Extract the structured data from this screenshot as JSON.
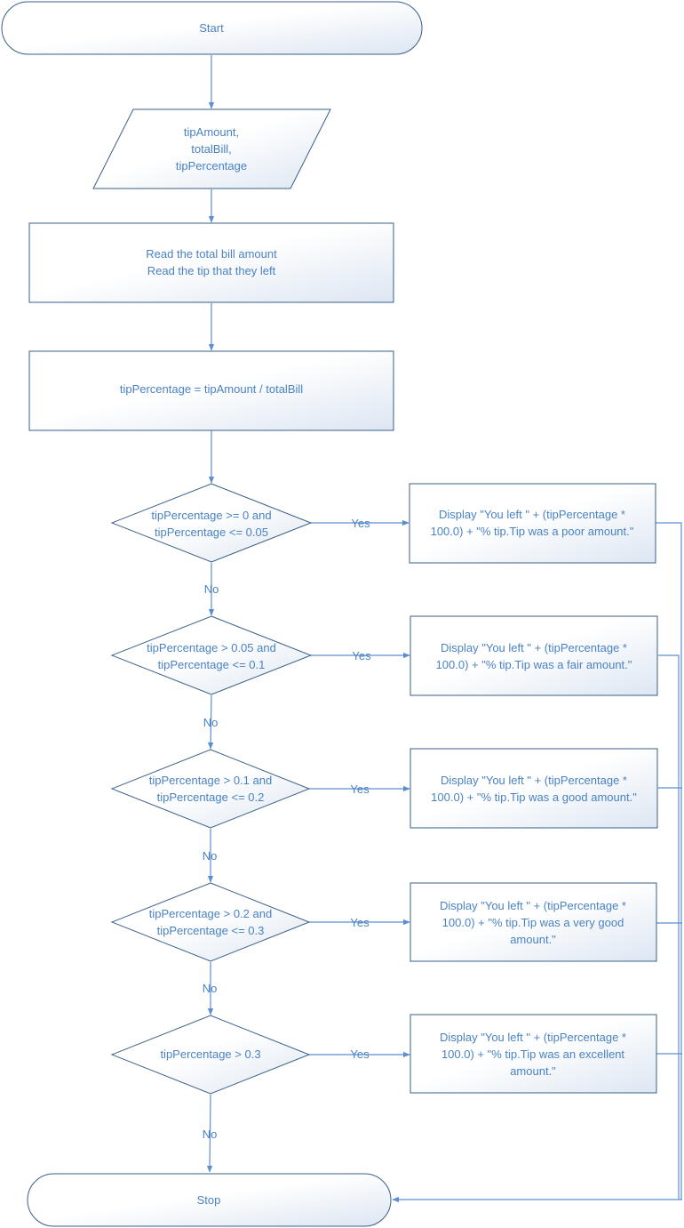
{
  "nodes": {
    "start": {
      "label": "Start"
    },
    "input": {
      "lines": [
        "tipAmount,",
        "totalBill,",
        "tipPercentage"
      ]
    },
    "read": {
      "lines": [
        "Read the total bill amount",
        "Read the tip that they left"
      ]
    },
    "calc": {
      "label": "tipPercentage = tipAmount / totalBill"
    },
    "d1": {
      "lines": [
        "tipPercentage >= 0 and",
        "tipPercentage <= 0.05"
      ]
    },
    "d2": {
      "lines": [
        "tipPercentage > 0.05 and",
        "tipPercentage <= 0.1"
      ]
    },
    "d3": {
      "lines": [
        "tipPercentage > 0.1 and",
        "tipPercentage <= 0.2"
      ]
    },
    "d4": {
      "lines": [
        "tipPercentage > 0.2 and",
        "tipPercentage <= 0.3"
      ]
    },
    "d5": {
      "lines": [
        "tipPercentage > 0.3"
      ]
    },
    "o1": {
      "lines": [
        "Display \"You left \" + (tipPercentage *",
        "100.0) + \"% tip.Tip was a poor amount.\""
      ]
    },
    "o2": {
      "lines": [
        "Display \"You left \" + (tipPercentage *",
        "100.0) + \"% tip.Tip was a fair amount.\""
      ]
    },
    "o3": {
      "lines": [
        "Display \"You left \" + (tipPercentage *",
        "100.0) + \"% tip.Tip was a good amount.\""
      ]
    },
    "o4": {
      "lines": [
        "Display \"You left \" + (tipPercentage *",
        "100.0) + \"% tip.Tip was a very good",
        "amount.\""
      ]
    },
    "o5": {
      "lines": [
        "Display \"You left \" + (tipPercentage *",
        "100.0) + \"% tip.Tip was an excellent",
        "amount.\""
      ]
    },
    "stop": {
      "label": "Stop"
    }
  },
  "edge_labels": {
    "yes": "Yes",
    "no": "No"
  },
  "colors": {
    "line": "#5b8fd0",
    "text": "#4a82c4",
    "shape_border": "#3a5f87",
    "fill_light": "#ffffff",
    "fill_tint": "#dde7f3"
  }
}
